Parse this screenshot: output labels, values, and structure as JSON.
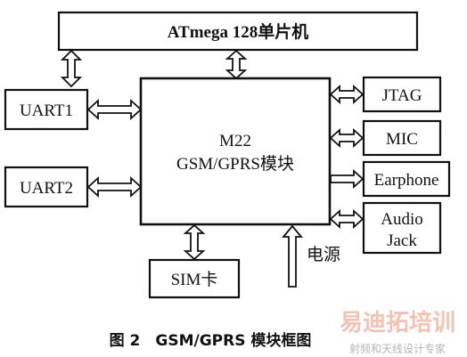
{
  "diagram": {
    "mcu_label": "ATmega 128单片机",
    "module_line1": "M22",
    "module_line2": "GSM/GPRS模块",
    "uart1_label": "UART1",
    "uart2_label": "UART2",
    "jtag_label": "JTAG",
    "mic_label": "MIC",
    "earphone_label": "Earphone",
    "audio_jack_line1": "Audio",
    "audio_jack_line2": "Jack",
    "sim_label": "SIM卡",
    "power_label": "电源"
  },
  "caption": "图 2　GSM/GPRS 模块框图",
  "watermark": {
    "main": "易迪拓培训",
    "sub": "射频和天线设计专家"
  }
}
